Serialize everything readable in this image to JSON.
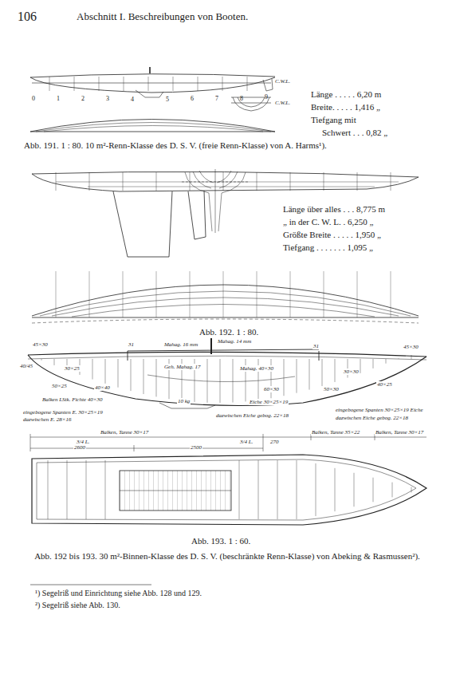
{
  "diagram": {
    "title": "Abschnitt I. Beschreibungen von Booten.",
    "caption": "Abb. 192 bis 193. 30 m²-Binnen-Klasse des D. S. V. (beschränkte Renn-Klasse) von Abeking & Rasmussen²).",
    "labels": [
      "106",
      "0",
      "1",
      "2",
      "3",
      "4",
      "5",
      "6",
      "7",
      "8",
      "9",
      "C.W.L.",
      "C.W.L.",
      "Länge . . . . . 6,20 m",
      "Breite. . . . . 1,416 „",
      "Tiefgang mit",
      "Schwert . . . 0,82 „",
      "Abb. 191. 1 : 80. 10 m²-Renn-Klasse des D. S. V. (freie Renn-Klasse) von A. Harms¹).",
      "Länge über alles . . . 8,775 m",
      "„ in der C. W. L. . 6,250 „",
      "Größte Breite . . . . . 1,950 „",
      "Tiefgang . . . . . . . 1,095 „",
      "Abb. 192. 1 : 80.",
      "45×30",
      "31",
      "Mahag. 16 mm",
      "Mahag. 14 mm",
      "31",
      "45×30",
      "40/45",
      "30×25",
      "Geh. Mahag. 17",
      "Mahag. 40×30",
      "30×30",
      "50×25",
      "Balken LStk. Fichte 40×30",
      "40×40",
      "60×30",
      "50×30",
      "40×25",
      "10 kg",
      "Eiche 30×25×19",
      "eingebogene Spanten E. 30×25×19",
      "dazwischen E. 28×16",
      "eingebogene Spanten 30×25×19 Eiche",
      "dazwischen Eiche gebog. 22×18",
      "dazwischen Eiche gebog. 22×18",
      "Balken, Tanne 30×17",
      "3/4 L.",
      "3/4 L.",
      "2600",
      "2500",
      "270",
      "Balken, Tanne 35×22",
      "Balken, Tanne 30×17",
      "Abb. 193. 1 : 60.",
      "¹) Segelriß und Einrichtung siehe Abb. 128 und 129.",
      "²) Segelriß siehe Abb. 130."
    ]
  }
}
